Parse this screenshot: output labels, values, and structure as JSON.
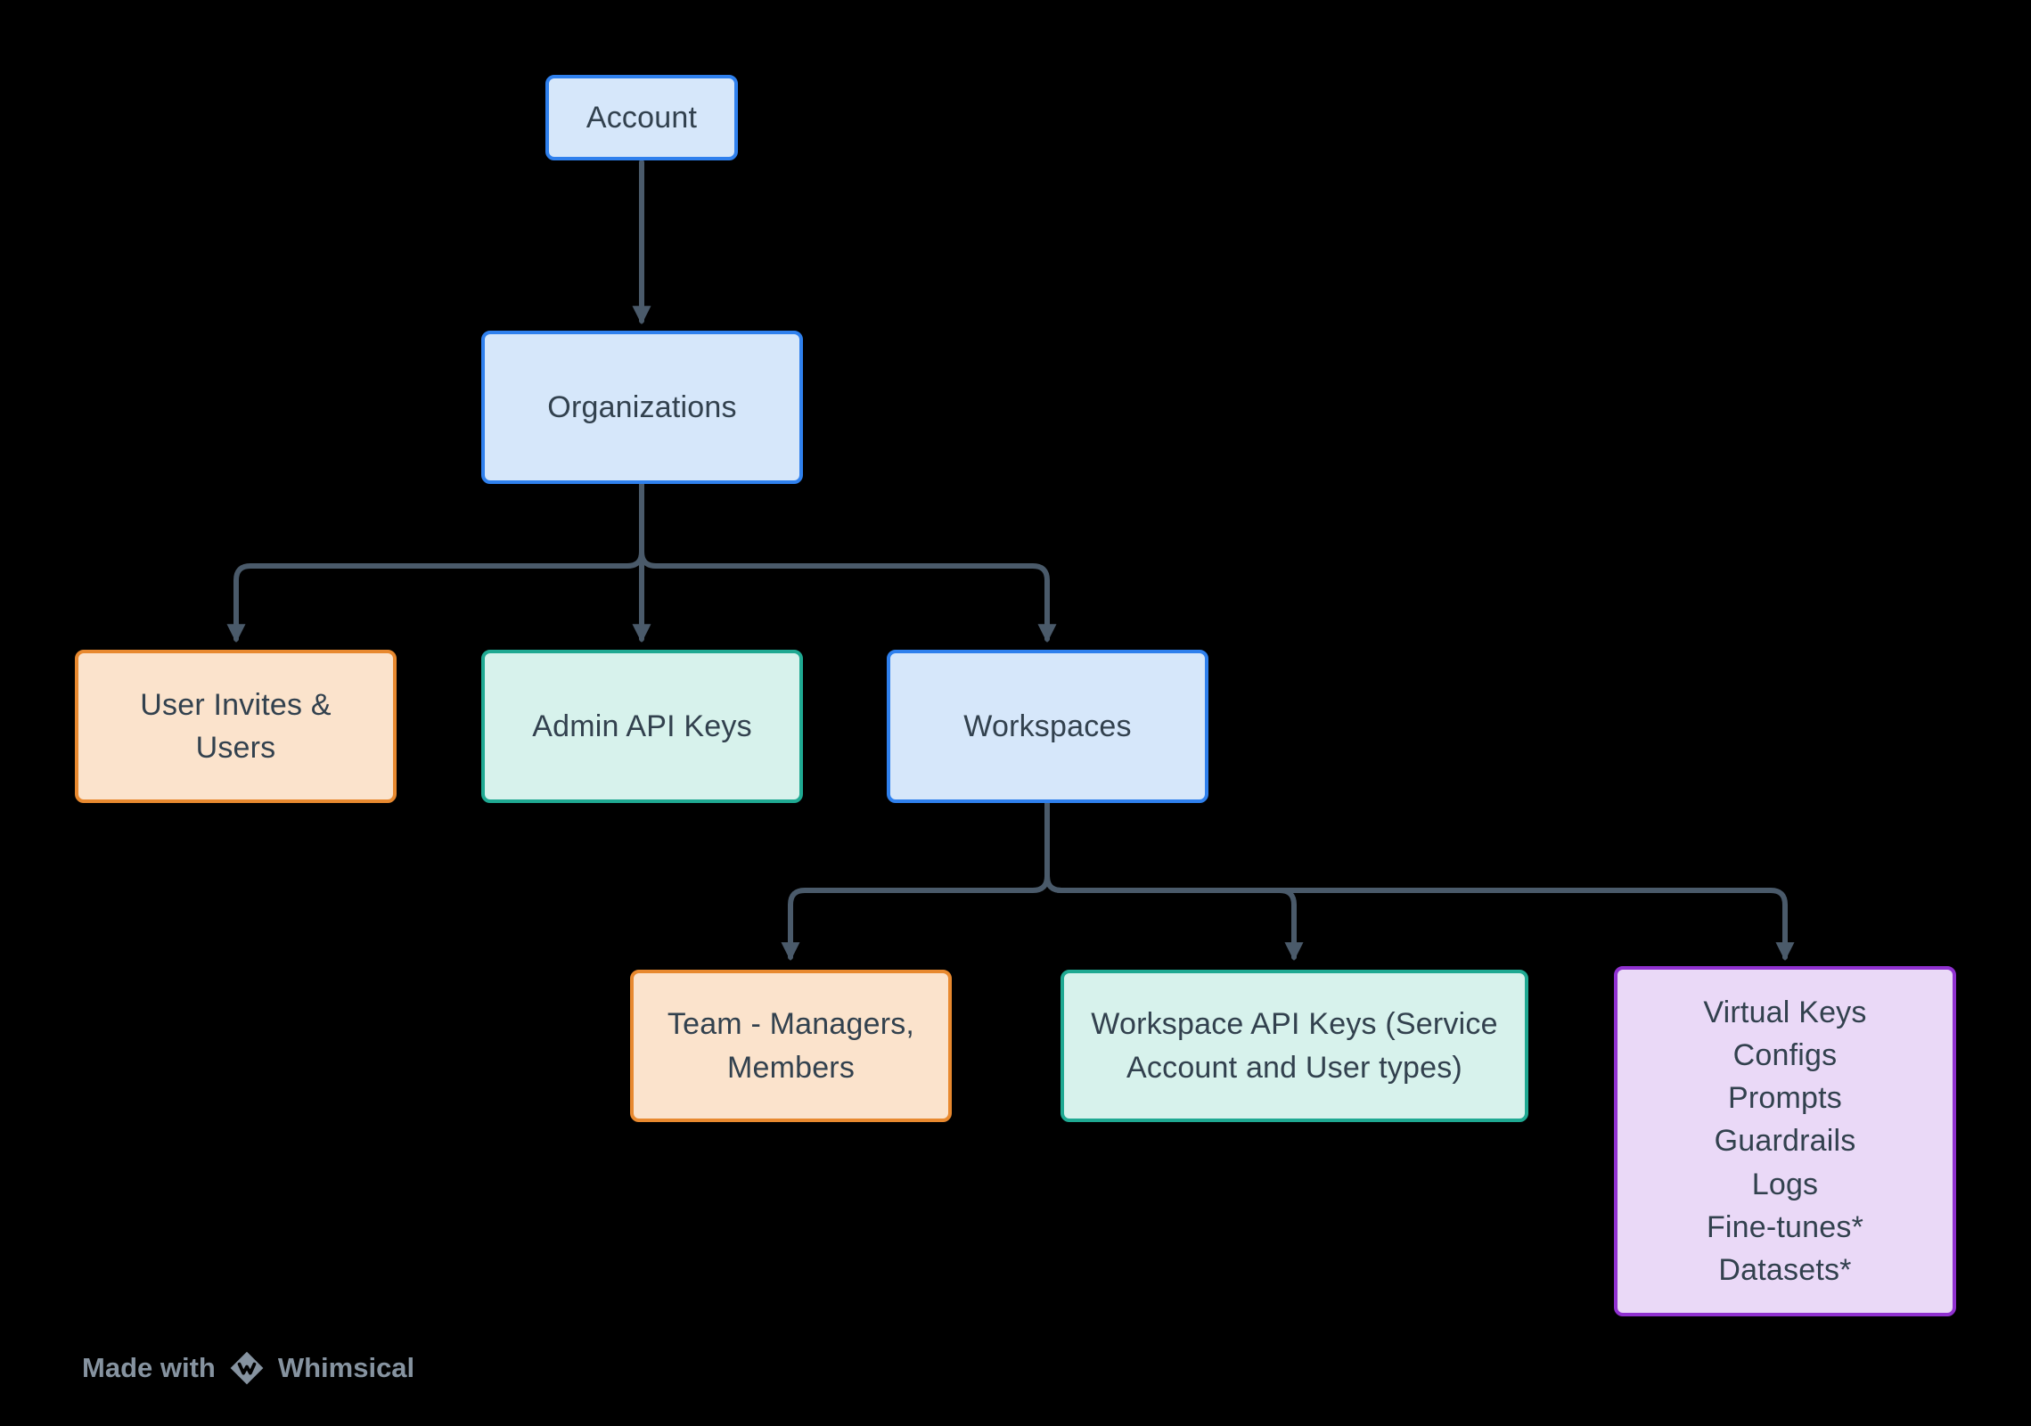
{
  "diagram": {
    "nodes": {
      "account": {
        "label": "Account"
      },
      "organizations": {
        "label": "Organizations"
      },
      "user_invites": {
        "lines": [
          "User Invites &",
          "Users"
        ]
      },
      "admin_api_keys": {
        "label": "Admin API Keys"
      },
      "workspaces": {
        "label": "Workspaces"
      },
      "team": {
        "lines": [
          "Team - Managers,",
          "Members"
        ]
      },
      "ws_api_keys": {
        "lines": [
          "Workspace API Keys (Service",
          "Account and User types)"
        ]
      },
      "virtual_keys": {
        "lines": [
          "Virtual Keys",
          "Configs",
          "Prompts",
          "Guardrails",
          "Logs",
          "Fine-tunes*",
          "Datasets*"
        ]
      }
    },
    "edges": [
      {
        "from": "Account",
        "to": "Organizations"
      },
      {
        "from": "Organizations",
        "to": "User Invites & Users"
      },
      {
        "from": "Organizations",
        "to": "Admin API Keys"
      },
      {
        "from": "Organizations",
        "to": "Workspaces"
      },
      {
        "from": "Workspaces",
        "to": "Team - Managers, Members"
      },
      {
        "from": "Workspaces",
        "to": "Workspace API Keys (Service Account and User types)"
      },
      {
        "from": "Workspaces",
        "to": "Virtual Keys group"
      }
    ]
  },
  "footer": {
    "made_with": "Made with",
    "brand": "Whimsical"
  },
  "colors": {
    "background": "#000000",
    "node_blue_fill": "#d6e7fa",
    "node_blue_border": "#2f80ed",
    "node_orange_fill": "#fbe3cc",
    "node_orange_border": "#e8892f",
    "node_teal_fill": "#d7f2ec",
    "node_teal_border": "#1fa992",
    "node_purple_fill": "#ead9f7",
    "node_purple_border": "#9031d0",
    "connector": "#4a5a6a",
    "node_text": "#32414e",
    "footer_text": "#8693a0"
  }
}
